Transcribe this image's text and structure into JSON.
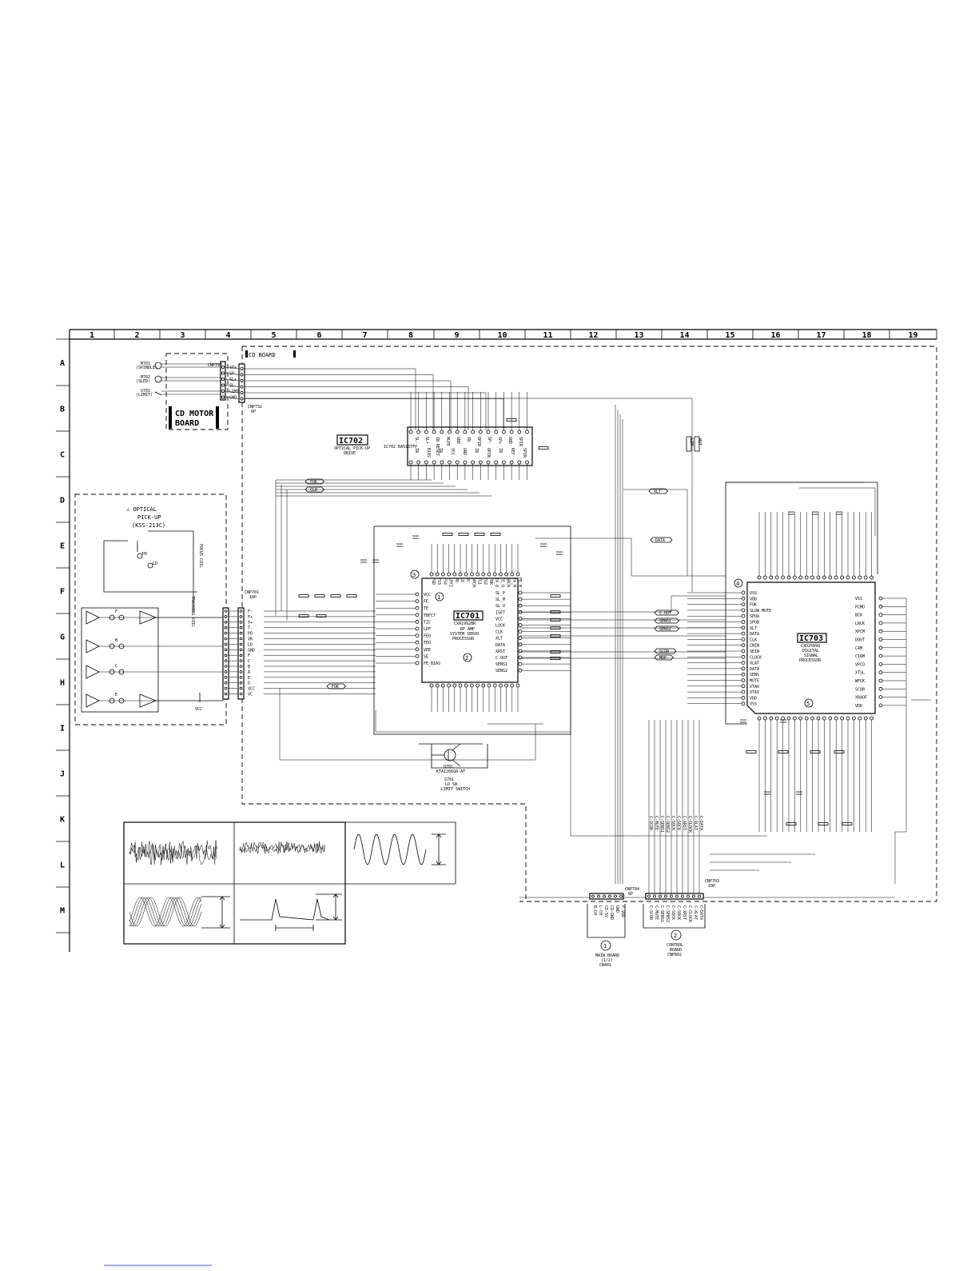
{
  "columns": [
    "1",
    "2",
    "3",
    "4",
    "5",
    "6",
    "7",
    "8",
    "9",
    "10",
    "11",
    "12",
    "13",
    "14",
    "15",
    "16",
    "17",
    "18",
    "19"
  ],
  "rows": [
    "A",
    "B",
    "C",
    "D",
    "E",
    "F",
    "G",
    "H",
    "I",
    "J",
    "K",
    "L",
    "M"
  ],
  "cd_board": "CD BOARD",
  "cd_motor_board": [
    "CD MOTOR",
    "BOARD"
  ],
  "optical_pickup": {
    "title": "OPTICAL",
    "line2": "PICK-UP",
    "model": "(KSS-213C)"
  },
  "motor_items": [
    {
      "ref": "M701",
      "name": "(SPINDLE)"
    },
    {
      "ref": "M702",
      "name": "(SLED)"
    },
    {
      "ref": "S701",
      "name": "(LIMIT)"
    }
  ],
  "cnp707": {
    "ref": "CNP707",
    "pins": [
      "SP+",
      "SP-",
      "SL+",
      "SL-",
      "LIMIT",
      "GND"
    ]
  },
  "cnp732": {
    "ref": "CNP732",
    "sub": "6P"
  },
  "cnp701": {
    "ref": "CNP701",
    "sub": "16P",
    "pins": [
      "F-",
      "F+",
      "T+",
      "T-",
      "PD",
      "VR",
      "LD",
      "GND",
      "F",
      "C",
      "B",
      "A",
      "E",
      "D",
      "VCC",
      "VC"
    ]
  },
  "ic702": {
    "label": "IC702",
    "lines": [
      "OPTICAL PICK-UP",
      "DRIVE"
    ],
    "part": "IC702 BA5937FP",
    "top_pins": [
      "SL-",
      "SL+",
      "IN RESET",
      "MUTE",
      "GND",
      "IN",
      "OPIN",
      "SP-",
      "SP+",
      "GND",
      "SPIN"
    ],
    "bot_pins": [
      "IN",
      "BIAS",
      "IN",
      "VCC",
      "GND",
      "IN",
      "OPIN",
      "IN",
      "REF",
      "SPIN"
    ]
  },
  "ic701": {
    "label": "IC701",
    "part": "CXA1992BR",
    "lines": [
      "RF AMP",
      "SYSTEM SERVO",
      "PROCESSOR"
    ],
    "left_pins": [
      "VCC",
      "FE",
      "TE",
      "TBFCT",
      "TZC",
      "LPF",
      "FEO",
      "TEO",
      "VEE",
      "SE",
      "FE_BIAS"
    ],
    "right_pins": [
      "SL_P",
      "SL_M",
      "SL_O",
      "ISET",
      "VCC",
      "LOCK",
      "CLK",
      "XLT",
      "DATA",
      "XRST",
      "C.OUT",
      "SENS1",
      "SENS2"
    ],
    "top_pins": [
      "FGD",
      "FS3",
      "FS4",
      "LPFI",
      "PD",
      "LD",
      "VC",
      "SRCH",
      "TG1",
      "TG2",
      "FOK",
      "TA_O",
      "FE_O",
      "SRCH",
      "TA_M",
      "FE_M"
    ]
  },
  "ic703": {
    "label": "IC703",
    "part": "CXD2589Q",
    "lines": [
      "DIGITAL",
      "SIGNAL",
      "PROCESSOR"
    ],
    "left_pins": [
      "VSS",
      "VDD",
      "FOK",
      "SLOW MUTE",
      "SPOA",
      "SPOB",
      "XLT",
      "DATA",
      "CLK",
      "CNIN",
      "SEIN",
      "CLOCK",
      "XLAT",
      "DATA",
      "SENS",
      "MUTE",
      "XTAO",
      "XTAI",
      "VDD",
      "VSS"
    ],
    "right_pins": [
      "VSS",
      "PCMD",
      "BCK",
      "LRCK",
      "XPCM",
      "DOUT",
      "C4M",
      "C16M",
      "VPCO",
      "XTSL",
      "WFCK",
      "SCOR",
      "XRAOF",
      "VDD"
    ]
  },
  "callouts": [
    "1",
    "2",
    "3",
    "4",
    "5"
  ],
  "q701": {
    "ref": "Q701",
    "part": "KTA1266GR-AT",
    "label": "LD SW"
  },
  "s701": {
    "ref": "S701",
    "label": "LIMIT SWITCH"
  },
  "cnp704": {
    "ref": "CNP704",
    "sub": "6P",
    "pins": [
      "R-CH",
      "L-CH",
      "CD-5V",
      "CD-GND",
      "GND",
      "P.VDD"
    ],
    "circle": "1",
    "dest": [
      "MAIN BOARD",
      "(1/2)",
      "CN401"
    ]
  },
  "cnp703": {
    "ref": "CNP703",
    "sub": "10P",
    "pins": [
      "C-SCOR",
      "C-MUTE",
      "C-SENS1",
      "C-SENS2",
      "C-SQCK",
      "C-SQCK",
      "C-XRST",
      "C-CLOCK",
      "C-XLAT",
      "C-DATA"
    ],
    "circle": "2",
    "dest": [
      "CONTROL",
      "BOARD",
      "CNP802"
    ]
  },
  "signals": [
    "LIM",
    "MUT",
    "FOK",
    "CLK",
    "XLT",
    "DATA",
    "C.OUT",
    "SENS1",
    "SENS2",
    "SCOR",
    "MDP",
    "FOK"
  ],
  "misc_labels": [
    "VCC",
    "VCC",
    "FOCUS COIL",
    "TRACKING COIL",
    "A",
    "B",
    "C",
    "D",
    "E",
    "F"
  ]
}
